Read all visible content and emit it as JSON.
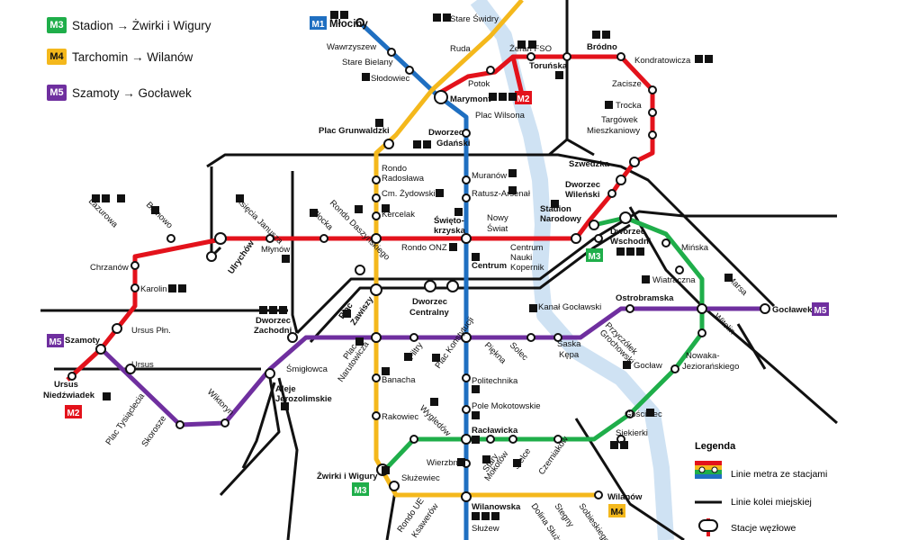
{
  "map": {
    "title": "",
    "colors": {
      "m1": "#1f6fc1",
      "m2": "#e3121b",
      "m3": "#1fae4a",
      "m4": "#f4b81c",
      "m5": "#6f2f9f",
      "rail": "#111111",
      "river": "#cfe2f3"
    }
  },
  "legend_top": [
    {
      "badge": "M3",
      "color": "#1fae4a",
      "text": "Stadion → Żwirki i Wigury"
    },
    {
      "badge": "M4",
      "color": "#f4b81c",
      "text": "Tarchomin → Wilanów"
    },
    {
      "badge": "M5",
      "color": "#6f2f9f",
      "text": "Szamoty → Gocławek"
    }
  ],
  "legend": {
    "title": "Legenda",
    "lines": "Linie metra ze stacjami",
    "rail": "Linie kolei miejskiej",
    "hubs": "Stacje węzłowe"
  },
  "stations": {
    "mlociny": "Młociny",
    "wawrzyszew": "Wawrzyszew",
    "stare_bielany": "Stare Bielany",
    "slodowiec": "Słodowiec",
    "marymont": "Marymont",
    "plac_wilsona": "Plac Wilsona",
    "dworzec_gdanski_1": "Dworzec",
    "dworzec_gdanski_2": "Gdański",
    "muranow": "Muranów",
    "ratusz": "Ratusz-Arsenał",
    "swietokrzyska_1": "Święto-",
    "swietokrzyska_2": "krzyska",
    "centrum": "Centrum",
    "politechnika": "Politechnika",
    "pole_mokotowskie": "Pole Mokotowskie",
    "raclawicka": "Racławicka",
    "wierzbno": "Wierzbno",
    "wilanowska": "Wilanowska",
    "sluzew": "Służew",
    "stare_swidry": "Stare Świdry",
    "ruda": "Ruda",
    "potok": "Potok",
    "plac_grunwaldzki": "Plac Grunwaldzki",
    "rondo_radoslawa_1": "Rondo",
    "rondo_radoslawa_2": "Radosława",
    "cm_zydowski": "Cm. Żydowski",
    "kercelak": "Kercelak",
    "rondo_onz": "Rondo ONZ",
    "plac_zawiszy_1": "Plac",
    "plac_zawiszy_2": "Zawiszy",
    "plac_narutowicza_1": "Plac",
    "plac_narutowicza_2": "Narutowicza",
    "banacha": "Banacha",
    "rakowiec": "Rakowiec",
    "zwirki_wigury": "Żwirki i Wigury",
    "sluzewiec": "Służewiec",
    "wilanow": "Wilanów",
    "zeran_fso": "Żerań FSO",
    "torunska": "Toruńska",
    "brodno": "Bródno",
    "kondratowicza": "Kondratowicza",
    "zacisze": "Zacisze",
    "trocka": "Trocka",
    "targowek_1": "Targówek",
    "targowek_2": "Mieszkaniowy",
    "szwedzka": "Szwedzka",
    "dworzec_wilenski_1": "Dworzec",
    "dworzec_wilenski_2": "Wileński",
    "stadion_1": "Stadion",
    "stadion_2": "Narodowy",
    "nowy_swiat_1": "Nowy",
    "nowy_swiat_2": "Świat",
    "cnk_1": "Centrum",
    "cnk_2": "Nauki",
    "cnk_3": "Kopernik",
    "ksiecia_janusza": "Księcia Janusza",
    "ulrychow": "Ulrychów",
    "mlynow": "Młynów",
    "plocka": "Płocka",
    "rondo_daszynskiego": "Rondo Daszyńskiego",
    "bemowo": "Bemowo",
    "lazurowa": "Lazurowa",
    "chrzanow": "Chrzanów",
    "karolin": "Karolin",
    "ursus_pln": "Ursus Płn.",
    "ursus": "Ursus",
    "ursus_niedzwiadek_1": "Ursus",
    "ursus_niedzwiadek_2": "Niedźwiadek",
    "szamoty": "Szamoty",
    "dworzec_zachodni_1": "Dworzec",
    "dworzec_zachodni_2": "Zachodni",
    "dworzec_centralny_1": "Dworzec",
    "dworzec_centralny_2": "Centralny",
    "filtry": "Filtry",
    "plac_konstytucji": "Plac Konstytucji",
    "piekna": "Piękna",
    "solec": "Solec",
    "saska_kepa_1": "Saska",
    "saska_kepa_2": "Kępa",
    "przyczolek_1": "Przyczółek",
    "przyczolek_2": "Grochowski",
    "goclaw": "Gocław",
    "ostrobramska": "Ostrobramska",
    "witolin": "Witolin",
    "marsa": "Marsa",
    "goclawek": "Gocławek",
    "minska": "Mińska",
    "wiatraczna": "Wiatraczna",
    "kanal_goclawski": "Kanał Gocławski",
    "dworzec_wschodni_1": "Dworzec",
    "dworzec_wschodni_2": "Wschodni",
    "nowaka_1": "Nowaka-",
    "nowaka_2": "Jeziorańskiego",
    "gosciniec": "Gościniec",
    "siekierki": "Siekierki",
    "czerniakow": "Czerniaków",
    "sielce": "Sielce",
    "stary_mokotow_1": "Stary",
    "stary_mokotow_2": "Mokotów",
    "smiglowca": "Śmigłowca",
    "aleje_jer_1": "Aleje",
    "aleje_jer_2": "Jerozolimskie",
    "wiktoryn": "Wiktoryn",
    "skorosze": "Skorosze",
    "plac_tysiaclecia": "Plac Tysiąclecia",
    "wyglodow": "Wygledów",
    "rondo_ue": "Rondo UE",
    "ksawerow": "Ksawerów",
    "dolina_sluzewiecka": "Dolina Służe",
    "stegny": "Stegny",
    "sobieskiego": "Sobieskiego"
  },
  "badges": {
    "m1": "M1",
    "m2_marymont": "M2",
    "m2_ursus": "M2",
    "m3_stadion": "M3",
    "m3_zwirki": "M3",
    "m4_wilanow": "M4",
    "m5_szamoty": "M5",
    "m5_goclawek": "M5"
  }
}
